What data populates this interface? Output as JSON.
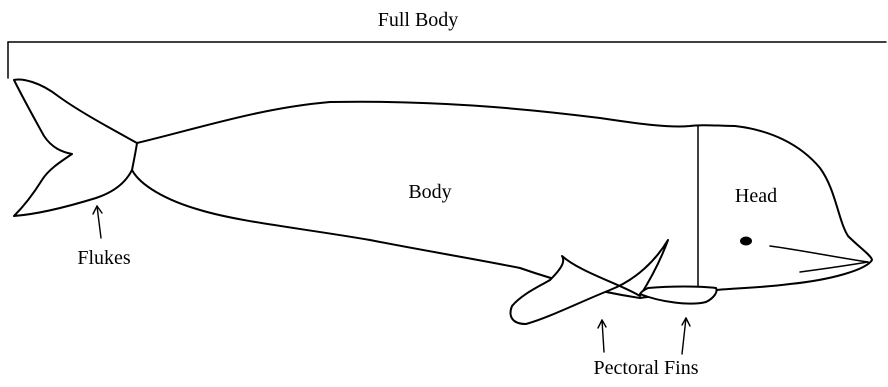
{
  "diagram": {
    "labels": {
      "full_body": "Full Body",
      "body": "Body",
      "head": "Head",
      "flukes": "Flukes",
      "pectoral_fins": "Pectoral Fins"
    }
  }
}
